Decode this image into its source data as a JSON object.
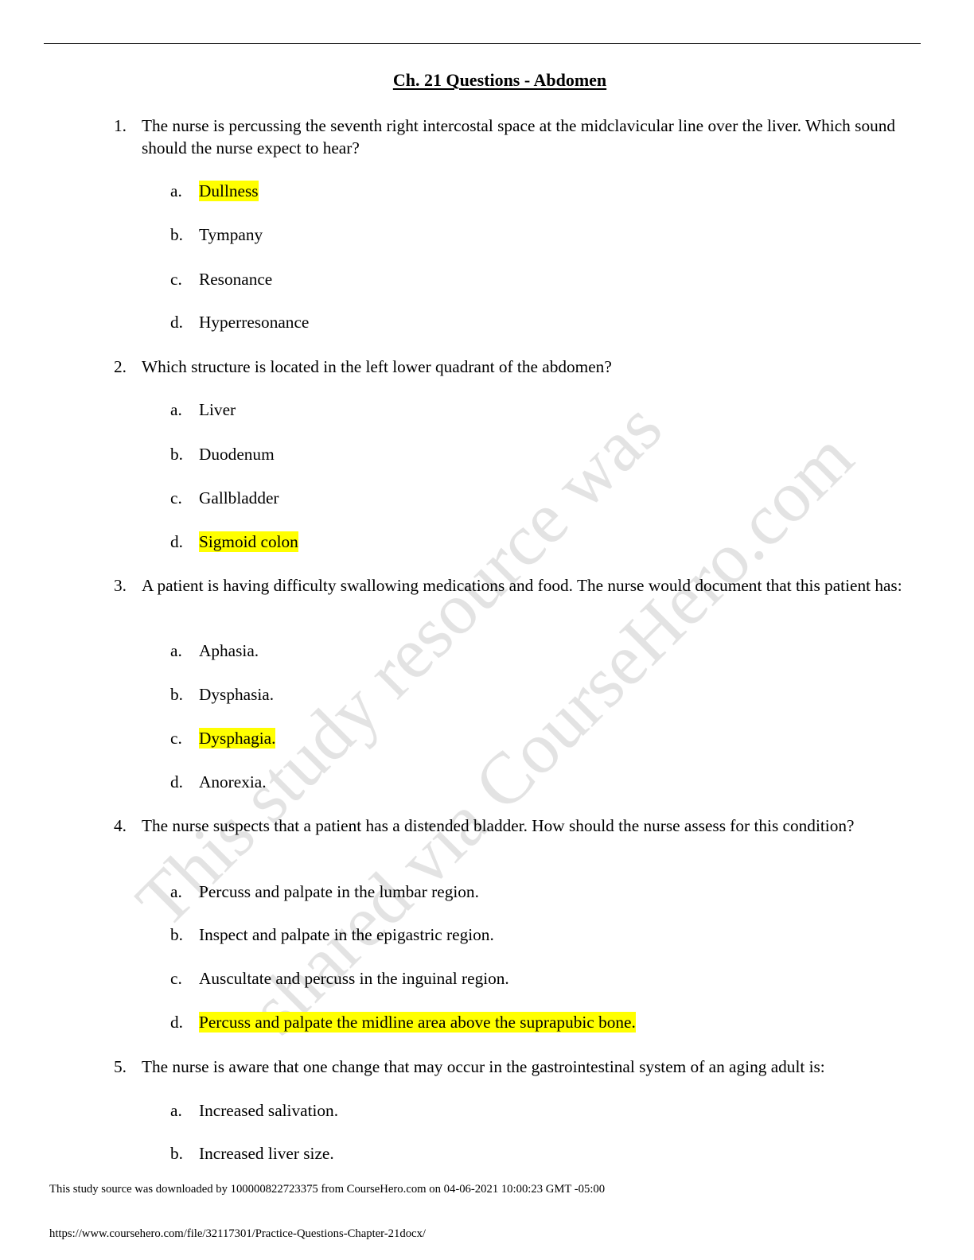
{
  "document": {
    "title": "Ch. 21 Questions - Abdomen",
    "highlight_color": "#ffff00",
    "watermark": {
      "line1": "This study resource was",
      "line2": "shared via CourseHero.com",
      "color": "#e3e3e3"
    },
    "questions": [
      {
        "number": "1.",
        "text": "The nurse is percussing the seventh right intercostal space at the midclavicular line over the liver. Which sound should the nurse expect to hear?",
        "options": [
          {
            "letter": "a.",
            "text": "Dullness",
            "highlighted": true
          },
          {
            "letter": "b.",
            "text": "Tympany",
            "highlighted": false
          },
          {
            "letter": "c.",
            "text": "Resonance",
            "highlighted": false
          },
          {
            "letter": "d.",
            "text": "Hyperresonance",
            "highlighted": false
          }
        ]
      },
      {
        "number": "2.",
        "text": "Which structure is located in the left lower quadrant of the abdomen?",
        "options": [
          {
            "letter": "a.",
            "text": "Liver",
            "highlighted": false
          },
          {
            "letter": "b.",
            "text": "Duodenum",
            "highlighted": false
          },
          {
            "letter": "c.",
            "text": "Gallbladder",
            "highlighted": false
          },
          {
            "letter": "d.",
            "text": "Sigmoid colon",
            "highlighted": true
          }
        ]
      },
      {
        "number": "3.",
        "text": "A patient is having difficulty swallowing medications and food. The nurse would document that this patient has:",
        "options": [
          {
            "letter": "a.",
            "text": "Aphasia.",
            "highlighted": false
          },
          {
            "letter": "b.",
            "text": "Dysphasia.",
            "highlighted": false
          },
          {
            "letter": "c.",
            "text": "Dysphagia.",
            "highlighted": true
          },
          {
            "letter": "d.",
            "text": "Anorexia.",
            "highlighted": false
          }
        ]
      },
      {
        "number": "4.",
        "text": "The nurse suspects that a patient has a distended bladder. How should the nurse assess for this condition?",
        "options": [
          {
            "letter": "a.",
            "text": "Percuss and palpate in the lumbar region.",
            "highlighted": false
          },
          {
            "letter": "b.",
            "text": "Inspect and palpate in the epigastric region.",
            "highlighted": false
          },
          {
            "letter": "c.",
            "text": "Auscultate and percuss in the inguinal region.",
            "highlighted": false
          },
          {
            "letter": "d.",
            "text": "Percuss and palpate the midline area above the suprapubic bone.",
            "highlighted": true
          }
        ]
      },
      {
        "number": "5.",
        "text": "The nurse is aware that one change that may occur in the gastrointestinal system of an aging adult is:",
        "options": [
          {
            "letter": "a.",
            "text": "Increased salivation.",
            "highlighted": false
          },
          {
            "letter": "b.",
            "text": "Increased liver size.",
            "highlighted": false
          }
        ]
      }
    ]
  },
  "footer": {
    "download_notice": "This study source was downloaded by 100000822723375 from CourseHero.com on 04-06-2021 10:00:23 GMT -05:00",
    "url": "https://www.coursehero.com/file/32117301/Practice-Questions-Chapter-21docx/"
  }
}
